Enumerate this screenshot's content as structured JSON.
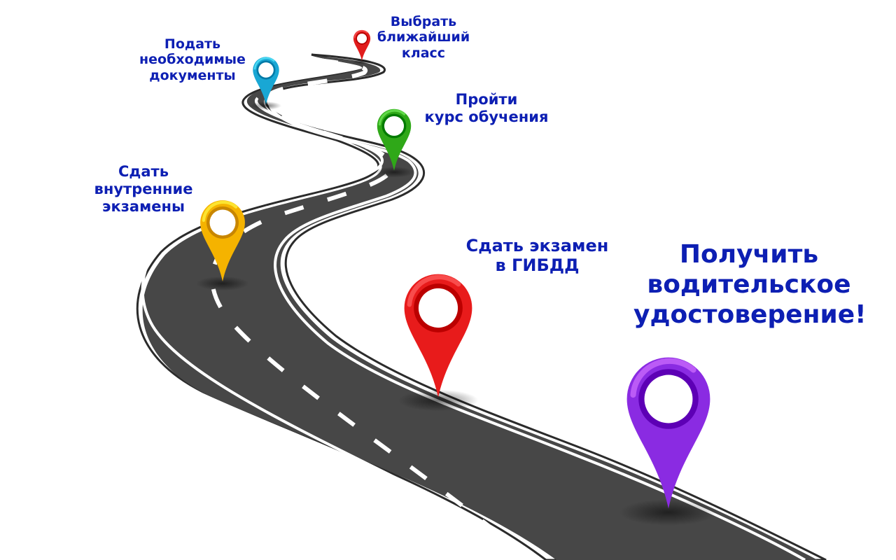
{
  "steps": [
    {
      "id": "choose",
      "lines": [
        "Выбрать",
        "ближайший",
        "класс"
      ],
      "color": "#e11d1d"
    },
    {
      "id": "docs",
      "lines": [
        "Подать",
        "необходимые",
        "документы"
      ],
      "color": "#19a7d4"
    },
    {
      "id": "course",
      "lines": [
        "Пройти",
        "курс обучения"
      ],
      "color": "#2fa818"
    },
    {
      "id": "internal",
      "lines": [
        "Сдать",
        "внутренние",
        "экзамены"
      ],
      "color": "#f5b300"
    },
    {
      "id": "gibdd",
      "lines": [
        "Сдать экзамен",
        "в ГИБДД"
      ],
      "color": "#e81b1b"
    },
    {
      "id": "license",
      "lines": [
        "Получить",
        "водительское",
        "удостоверение!"
      ],
      "color": "#8a2be2"
    }
  ],
  "colors": {
    "text": "#0d1fb3",
    "road": "#474747",
    "edge": "#ffffff",
    "dash": "#ffffff"
  }
}
